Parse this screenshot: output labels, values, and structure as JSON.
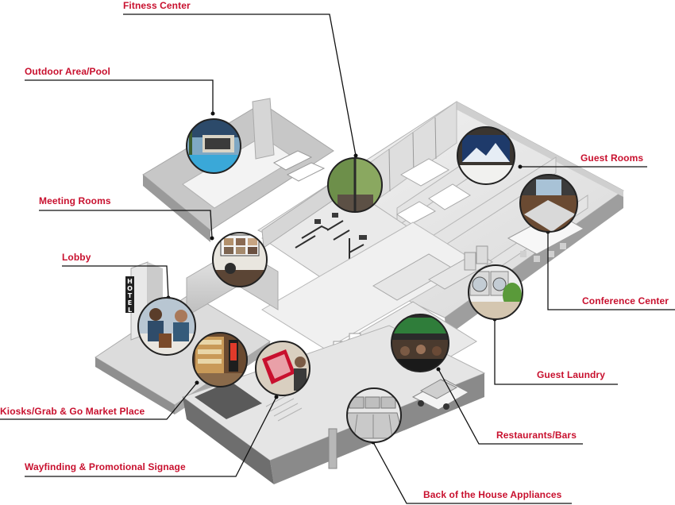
{
  "labels": {
    "fitness": "Fitness Center",
    "outdoor": "Outdoor Area/Pool",
    "guest_rooms": "Guest Rooms",
    "meeting": "Meeting Rooms",
    "lobby": "Lobby",
    "conference": "Conference Center",
    "laundry": "Guest Laundry",
    "kiosks": "Kiosks/Grab & Go Market Place",
    "restaurants": "Restaurants/Bars",
    "wayfinding": "Wayfinding & Promotional Signage",
    "back_house": "Back of the House Appliances"
  },
  "signage_letters": "HOTEL",
  "colors": {
    "label": "#c8102e",
    "leader": "#111111"
  }
}
